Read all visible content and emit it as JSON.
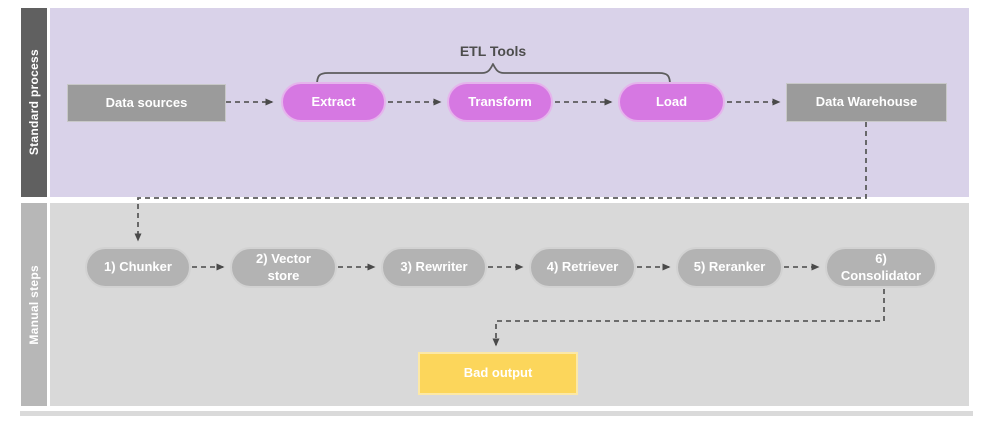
{
  "colors": {
    "lane1_bg": "#d9d2e9",
    "lane1_label_bg": "#606060",
    "lane2_bg": "#d9d9d9",
    "lane2_label_bg": "#b7b7b7",
    "gray_node": "#9b9b9b",
    "magenta_node": "#d678e2",
    "gray_pill": "#b3b3b3",
    "yellow_node": "#fcd65b",
    "connector": "#5c5c5c",
    "brace_label": "#4d4d4d"
  },
  "lanes": [
    {
      "label": "Standard process"
    },
    {
      "label": "Manual steps"
    }
  ],
  "annotation": {
    "etl_tools": "ETL Tools"
  },
  "nodes": {
    "data_sources": "Data sources",
    "extract": "Extract",
    "transform": "Transform",
    "load": "Load",
    "data_warehouse": "Data Warehouse",
    "chunker": "1) Chunker",
    "vector_store": "2) Vector store",
    "rewriter": "3) Rewriter",
    "retriever": "4) Retriever",
    "reranker": "5) Reranker",
    "consolidator": "6) Consolidator",
    "bad_output": "Bad output"
  }
}
